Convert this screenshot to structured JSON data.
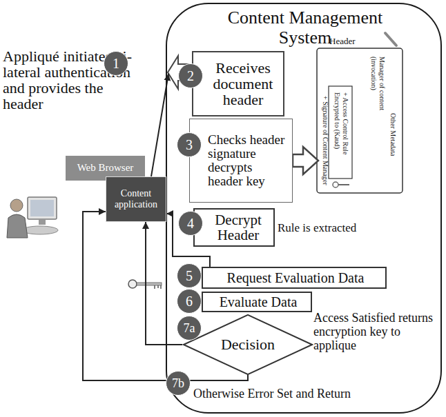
{
  "diagram": {
    "nodes": [
      {
        "text": [
          "Content Management System"
        ]
      },
      {
        "text": [
          "Web Browser"
        ]
      },
      {
        "text": [
          "Content application"
        ],
        "in": 1
      },
      {
        "text": [
          "Receives document header"
        ],
        "in": 0
      },
      {
        "text": [
          "Checks header signature decrypts header key"
        ],
        "in": 0
      },
      {
        "text": [
          "Header",
          "+ Signature of Content Manager",
          "+ Access Control Rule Encrypted to (Kaud)",
          "Manager of content (invocation)",
          "Other Metadata"
        ],
        "in": 0
      },
      {
        "text": [
          "Decrypt Header"
        ],
        "in": 0
      },
      {
        "text": [
          "Request Evaluation Data"
        ],
        "in": 0
      },
      {
        "text": [
          "Evaluate Data"
        ],
        "in": 0
      },
      {
        "text": [
          "Decision"
        ],
        "in": 0
      }
    ],
    "edges": [
      {
        "from": 2,
        "to": 3,
        "arrow": "to"
      },
      {
        "from": 4,
        "to": 5,
        "arrow": "to"
      },
      {
        "from": 7,
        "to": 2,
        "arrow": "to"
      },
      {
        "from": 9,
        "to": 2,
        "arrow": "to"
      },
      {
        "from": 9,
        "to": 2,
        "arrow": "to"
      }
    ],
    "labels": [
      "Appliqué initiates bi-lateral authentication and provides the header",
      "1",
      "2",
      "3",
      "4",
      "Rule is extracted",
      "5",
      "6",
      "7a",
      "Access Satisfied returns encryption key to applique",
      "7b",
      "Otherwise Error Set and Return"
    ]
  }
}
